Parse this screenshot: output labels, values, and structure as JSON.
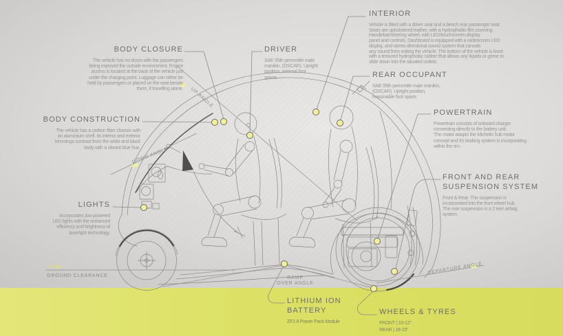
{
  "colors": {
    "band": "#dce165",
    "dot_fill": "#f3f09b",
    "dot_stroke": "#6b6b5e",
    "drawing_line": "#868686",
    "leader_line": "#8a8a8a",
    "heading_text": "#6d6d6d",
    "body_text": "#979797",
    "ground_value_text": "#dfe27a"
  },
  "callouts": {
    "body_closure": {
      "title": "BODY CLOSURE",
      "body": "The vehicle has no doors with the passengers\nbeing exposed the outside environment. Engine\naccess is located at the back of the vehicle just\nunder the charging point. Luggage can either be\nheld by passengers or placed on the seat beside\nthem, if travelling alone."
    },
    "body_construction": {
      "title": "BODY CONSTRUCTION",
      "body": "The vehicle has a carbon fiber chassis with\nan aluminium shell. Its interior and exterior\ntrimmings contrast from the white and black\nbody with a vibrant blue hue."
    },
    "lights": {
      "title": "LIGHTS",
      "body": "Incorporates low powered\nLED lights with the enhanced\nefficiency and brightness of\nlaserlight technology."
    },
    "driver": {
      "title": "DRIVER",
      "body": "SAE 95th percentile male\nmanikin, (OSCAR). Upright\nposition, minimal foot\nspace."
    },
    "interior": {
      "title": "INTERIOR",
      "body": "Vehicle is fitted with a driver seat and a bench rear passenger seat.\nSeats are upholstered leather, with a hydrophobic film covering.\nHandlebar/steering wheel, with LED/touchscreen display\npanel and controls. Dashboard is equipped with a widescreen LED\ndisplay, and stereo directional sound system that cancels\nany sound from exiting the vehicle. The bottom of the vehicle is lined\nwith a textured hydrophobic rubber that allows any liquids or grime to\nslide down into the situated outlets."
    },
    "rear_occupant": {
      "title": "REAR OCCUPANT",
      "body": "SAE 95th percentile male manikin,\n(OSCAR). Upright position,\nreasonable foot space."
    },
    "powertrain": {
      "title": "POWERTRAIN",
      "body": "Powertrain consists of onboard charger\nconnecting directly to the battery unit.\nThe motor adopts the Michelin hub motor\nconcept and it's braking system is incorporating\nwithin the rim."
    },
    "suspension": {
      "title": "FRONT AND REAR\nSUSPENSION SYSTEM",
      "body": "Front & Rear: The suspension is\nincorporated into the front wheel hub.\nThe rear suspension is a 2 teer airbag\nsystem."
    },
    "battery": {
      "title": "LITHIUM ION\nBATTERY",
      "body": "ZF2.8 Power Pack Module"
    },
    "wheels": {
      "title": "WHEELS & TYRES",
      "spec_front": "FRONT | 10-12\"",
      "spec_rear": "REAR | 18-15\""
    }
  },
  "measurements": {
    "up_angle": "UP ANGLE",
    "down_angle": "DOWN ANGLE",
    "ramp_over_line1": "RAMP",
    "ramp_over_line2": "OVER ANGLE",
    "departure_angle": "DEPARTURE ANGLE",
    "ground_clearance": "GROUND CLEARANCE",
    "ground_clearance_value": "40mm"
  }
}
